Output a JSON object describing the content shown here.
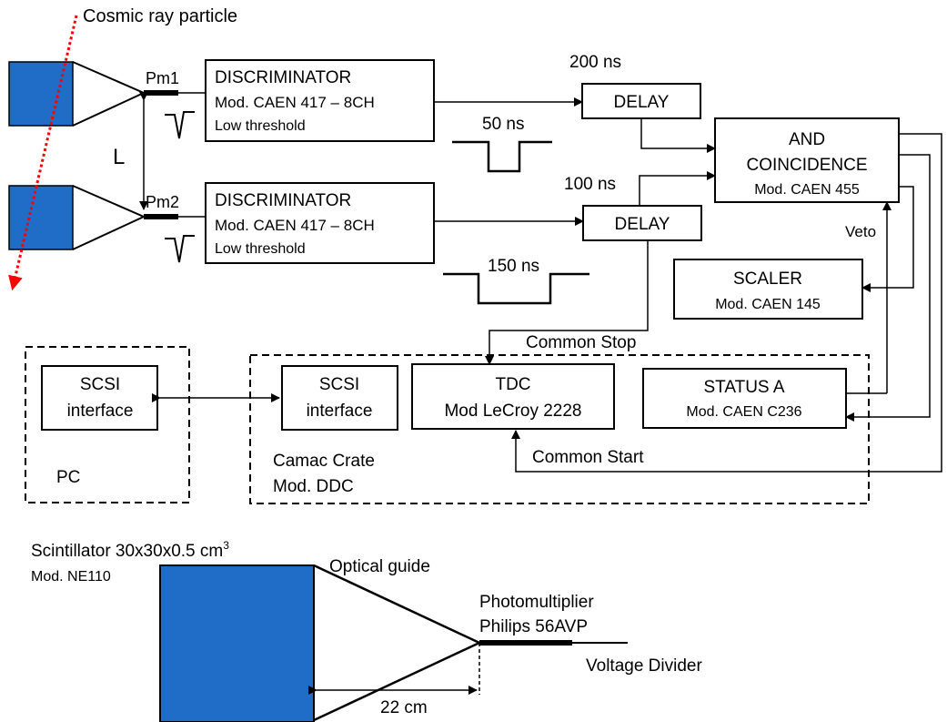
{
  "colors": {
    "scintillator": "#1f6dc6",
    "cosmic_ray": "#ff0000",
    "line": "#000000"
  },
  "cosmic_ray_label": "Cosmic ray particle",
  "pm1": "Pm1",
  "pm2": "Pm2",
  "distance_label": "L",
  "discriminator1": {
    "title": "DISCRIMINATOR",
    "model": "Mod. CAEN 417 – 8CH",
    "note": "Low threshold"
  },
  "discriminator2": {
    "title": "DISCRIMINATOR",
    "model": "Mod. CAEN 417 – 8CH",
    "note": "Low threshold"
  },
  "delay1": {
    "title": "DELAY",
    "value": "200 ns"
  },
  "delay2": {
    "title": "DELAY",
    "value": "100 ns"
  },
  "pulse1": "50 ns",
  "pulse2": "150 ns",
  "coincidence": {
    "line1": "AND",
    "line2": "COINCIDENCE",
    "model": "Mod. CAEN 455"
  },
  "veto": "Veto",
  "scaler": {
    "title": "SCALER",
    "model": "Mod. CAEN 145"
  },
  "common_stop": "Common Stop",
  "common_start": "Common Start",
  "pc": {
    "label": "PC",
    "scsi_line1": "SCSI",
    "scsi_line2": "interface"
  },
  "crate": {
    "label_line1": "Camac Crate",
    "label_line2": "Mod. DDC",
    "scsi_line1": "SCSI",
    "scsi_line2": "interface",
    "tdc_line1": "TDC",
    "tdc_line2": "Mod LeCroy 2228",
    "status_line1": "STATUS A",
    "status_line2": "Mod. CAEN C236"
  },
  "detail": {
    "scintillator": "Scintillator 30x30x0.5 cm",
    "scintillator_sup": "3",
    "scintillator_model": "Mod. NE110",
    "optical_guide": "Optical guide",
    "pm_line1": "Photomultiplier",
    "pm_line2": "Philips 56AVP",
    "voltage_divider": "Voltage Divider",
    "length": "22 cm"
  }
}
